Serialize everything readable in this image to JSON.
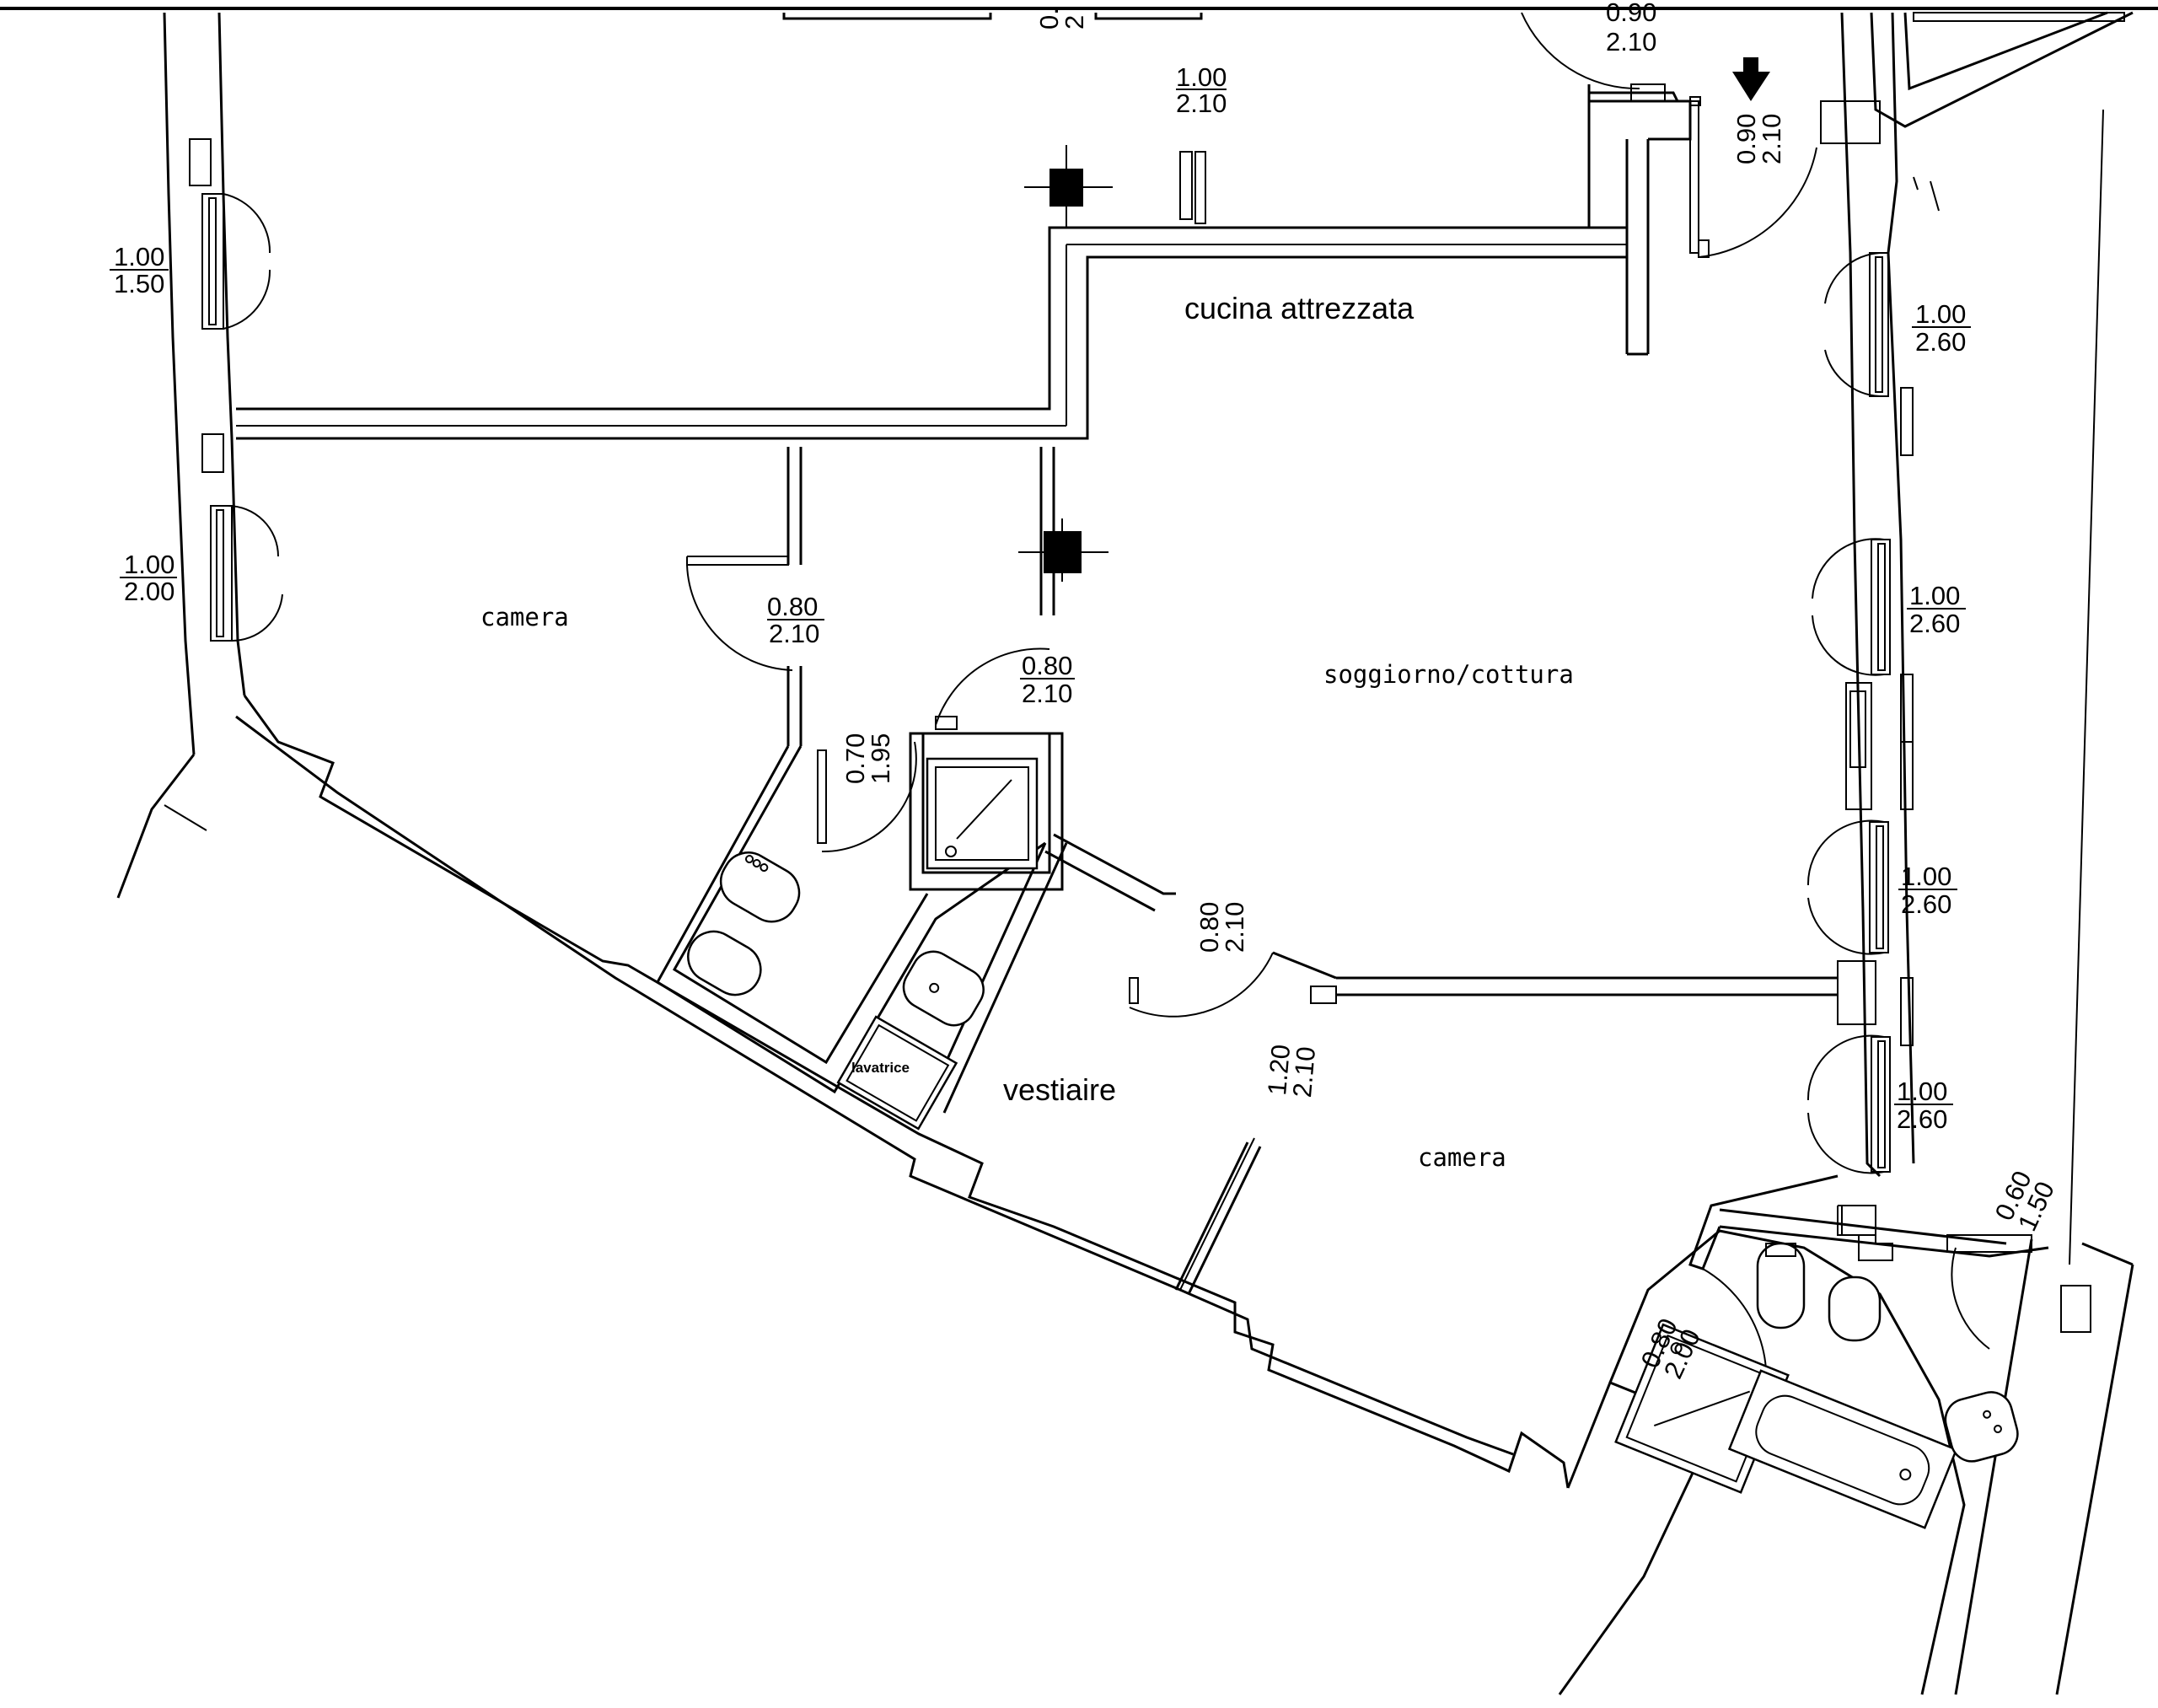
{
  "rooms": {
    "kitchen": "cucina attrezzata",
    "living": "soggiorno/cottura",
    "bedroom_left": "camera",
    "bedroom_right": "camera",
    "wardrobe": "vestiaire",
    "washer": "lavatrice"
  },
  "openings": {
    "top_partial": {
      "w": "0.",
      "h": "2"
    },
    "top_partial_2": {
      "w": "0.90",
      "h": "2.10"
    },
    "kitchen_door": {
      "w": "1.00",
      "h": "2.10"
    },
    "entry_door": {
      "w": "0.90",
      "h": "2.10"
    },
    "win_left_top": {
      "w": "1.00",
      "h": "1.50"
    },
    "win_left_mid": {
      "w": "1.00",
      "h": "2.00"
    },
    "door_bedroom_left": {
      "w": "0.80",
      "h": "2.10"
    },
    "door_living": {
      "w": "0.80",
      "h": "2.10"
    },
    "door_bath_small": {
      "w": "0.70",
      "h": "1.95"
    },
    "door_wardrobe": {
      "w": "0.80",
      "h": "2.10"
    },
    "slider_wardrobe": {
      "w": "1.20",
      "h": "2.10"
    },
    "win_right_1": {
      "w": "1.00",
      "h": "2.60"
    },
    "win_right_2": {
      "w": "1.00",
      "h": "2.60"
    },
    "win_right_3": {
      "w": "1.00",
      "h": "2.60"
    },
    "win_right_4": {
      "w": "1.00",
      "h": "2.60"
    },
    "door_bath_big": {
      "w": "0.80",
      "h": "2.00"
    },
    "win_bath_big": {
      "w": "0.60",
      "h": "1.50"
    }
  }
}
